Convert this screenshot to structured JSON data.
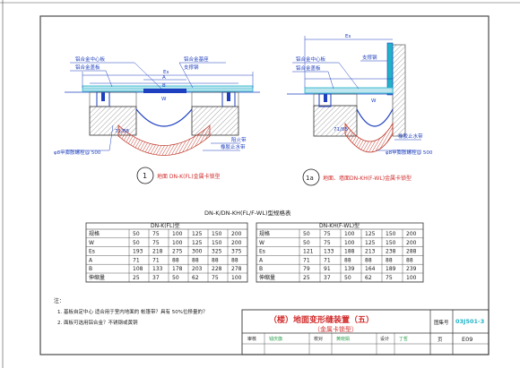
{
  "detail1": {
    "labels": {
      "center_line": "铝合金中心板",
      "cover_plate": "铝合金盖板",
      "base": "铝合金基座",
      "anchor": "支撑钢",
      "dim_es": "Es",
      "dim_a": "A",
      "dim_b": "B",
      "dim_w": "W",
      "dim_gap": "71/88",
      "fire": "阻火带",
      "waterstop": "橡胶止水带",
      "bolt": "φ8甲膨胀螺栓@ 500"
    },
    "number": "1",
    "caption": "地面 DN-K(FL)金属卡锁型"
  },
  "detail2": {
    "labels": {
      "dim_es": "Es",
      "center_line": "铝合金中心板",
      "cover_plate": "铝合金盖板",
      "anchor": "支撑钢",
      "dim_gap": "71/88",
      "dim_w": "W",
      "waterstop": "橡胶止水带",
      "bolt": "φ8甲膨胀螺栓@ 500"
    },
    "number": "1a",
    "caption": "地面、墙面DN-KH(F-WL)金属卡锁型"
  },
  "spec_title": "DN-K/DN-KH(FL/F-WL)型规格表",
  "table1": {
    "title": "DN-K(FL)型",
    "rows": [
      [
        "规格",
        "50",
        "75",
        "100",
        "125",
        "150",
        "200"
      ],
      [
        "W",
        "50",
        "75",
        "100",
        "125",
        "150",
        "200"
      ],
      [
        "Es",
        "193",
        "218",
        "275",
        "300",
        "325",
        "375"
      ],
      [
        "A",
        "71",
        "71",
        "88",
        "88",
        "88",
        "88"
      ],
      [
        "B",
        "108",
        "133",
        "178",
        "203",
        "228",
        "278"
      ],
      [
        "伸缩量",
        "25",
        "37",
        "50",
        "62",
        "75",
        "100"
      ]
    ]
  },
  "table2": {
    "title": "DN-KH(F-WL)型",
    "rows": [
      [
        "规格",
        "50",
        "75",
        "100",
        "125",
        "150",
        "200"
      ],
      [
        "W",
        "50",
        "75",
        "100",
        "125",
        "150",
        "200"
      ],
      [
        "Es",
        "121",
        "133",
        "188",
        "213",
        "238",
        "288"
      ],
      [
        "A",
        "71",
        "71",
        "88",
        "88",
        "88",
        "88"
      ],
      [
        "B",
        "79",
        "91",
        "139",
        "164",
        "189",
        "239"
      ],
      [
        "伸缩量",
        "25",
        "37",
        "50",
        "62",
        "75",
        "100"
      ]
    ]
  },
  "notes": {
    "heading": "注：",
    "line1": "1. 基板自定中心 适合用于室内地面的 帐篷带？具有 50%位移量的？",
    "line2": "2. 面板可选用铝合金？不锈钢或黄铜"
  },
  "title_block": {
    "title": "（楼）地面变形缝装置（五）",
    "subtitle": "（金属卡锁型）",
    "atlas_label": "图集号",
    "atlas_no": "03J501-3",
    "page_label": "页",
    "page_no": "E09",
    "sig_labels": [
      "审核",
      "校对",
      "设计"
    ],
    "sig_names": [
      "钱庆旗",
      "黄晓娟",
      "丁哲"
    ]
  },
  "colors": {
    "frame": "#4a4a4a",
    "cad_blue": "#1e3fbf",
    "title_red": "#d12d2d",
    "hatch_red": "#c0392b",
    "cyan": "#1fb3c9",
    "green": "#2a9d4a"
  }
}
